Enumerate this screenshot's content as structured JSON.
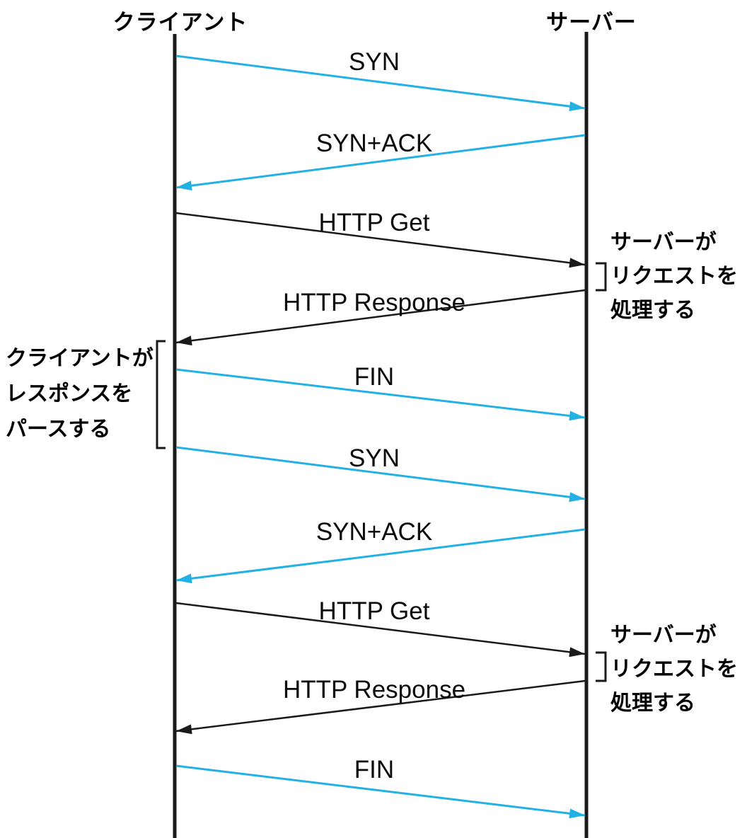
{
  "title": "TCP / HTTP request sequence diagram",
  "colors": {
    "highlight": "#23B1E4",
    "default": "#1A1A1A",
    "text": "#000000",
    "background": "#FFFFFF"
  },
  "actors": {
    "client": {
      "label": "クライアント"
    },
    "server": {
      "label": "サーバー"
    }
  },
  "messages": [
    {
      "label": "SYN",
      "from": "client",
      "to": "server",
      "color": "highlight"
    },
    {
      "label": "SYN+ACK",
      "from": "server",
      "to": "client",
      "color": "highlight"
    },
    {
      "label": "HTTP Get",
      "from": "client",
      "to": "server",
      "color": "default"
    },
    {
      "label": "HTTP Response",
      "from": "server",
      "to": "client",
      "color": "default"
    },
    {
      "label": "FIN",
      "from": "client",
      "to": "server",
      "color": "highlight"
    },
    {
      "label": "SYN",
      "from": "client",
      "to": "server",
      "color": "highlight"
    },
    {
      "label": "SYN+ACK",
      "from": "server",
      "to": "client",
      "color": "highlight"
    },
    {
      "label": "HTTP Get",
      "from": "client",
      "to": "server",
      "color": "default"
    },
    {
      "label": "HTTP Response",
      "from": "server",
      "to": "client",
      "color": "default"
    },
    {
      "label": "FIN",
      "from": "client",
      "to": "server",
      "color": "highlight"
    }
  ],
  "notes": {
    "client": {
      "lines": [
        "クライアントが",
        "レスポンスを",
        "パースする"
      ]
    },
    "server1": {
      "lines": [
        "サーバーが",
        "リクエストを",
        "処理する"
      ]
    },
    "server2": {
      "lines": [
        "サーバーが",
        "リクエストを",
        "処理する"
      ]
    }
  }
}
